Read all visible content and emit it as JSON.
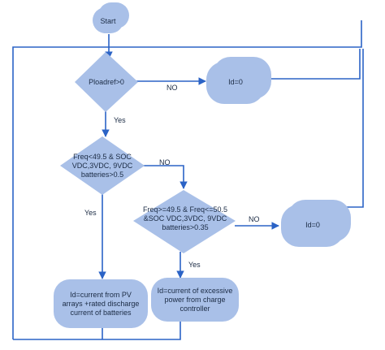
{
  "nodes": {
    "start": "Start",
    "decision1": "Ploadref>0",
    "id_zero_top": "Id=0",
    "decision2_line1": "Freq<49.5 & SOC",
    "decision2_line2": "VDC,3VDC, 9VDC",
    "decision2_line3": "batteries>0.5",
    "decision3_line1": "Freq>=49.5 & Freq<=50.5",
    "decision3_line2": "&SOC VDC,3VDC, 9VDC",
    "decision3_line3": "batteries>0.35",
    "id_zero_right": "Id=0",
    "pv_line1": "Id=current from PV",
    "pv_line2": "arrays +rated discharge",
    "pv_line3": "current of batteries",
    "excess_line1": "Id=current of excessive",
    "excess_line2": "power from charge",
    "excess_line3": "controller"
  },
  "edges": {
    "d1_no": "NO",
    "d1_yes": "Yes",
    "d2_no": "NO",
    "d2_yes": "Yes",
    "d3_no": "NO",
    "d3_yes": "Yes"
  },
  "colors": {
    "shape_fill": "#a9c0e8",
    "connector": "#2b63c6",
    "text": "#1b2b44"
  }
}
